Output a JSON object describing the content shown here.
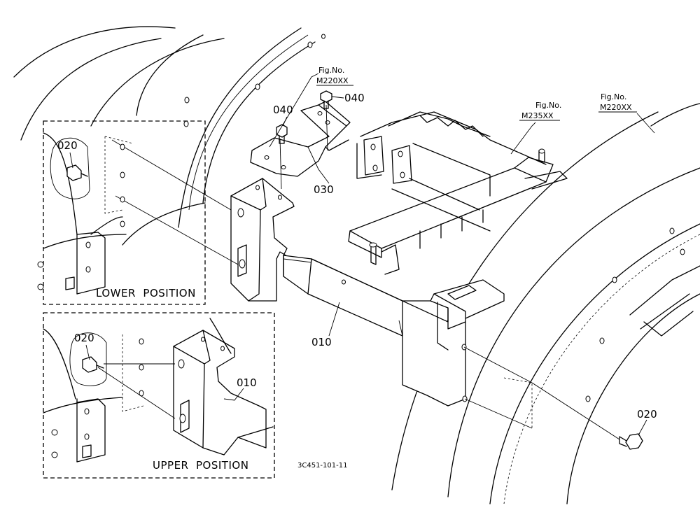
{
  "parts": {
    "p010_main": "010",
    "p010_inset": "010",
    "p020_lower": "020",
    "p020_upper": "020",
    "p020_right": "020",
    "p030": "030",
    "p040_left": "040",
    "p040_right": "040"
  },
  "figure_refs": [
    {
      "fig": "Fig.No.",
      "no": "M220XX"
    },
    {
      "fig": "Fig.No.",
      "no": "M235XX"
    },
    {
      "fig": "Fig.No.",
      "no": "M220XX"
    }
  ],
  "insets": {
    "lower": "LOWER  POSITION",
    "upper": "UPPER  POSITION"
  },
  "drawing_code": "3C451-101-11"
}
